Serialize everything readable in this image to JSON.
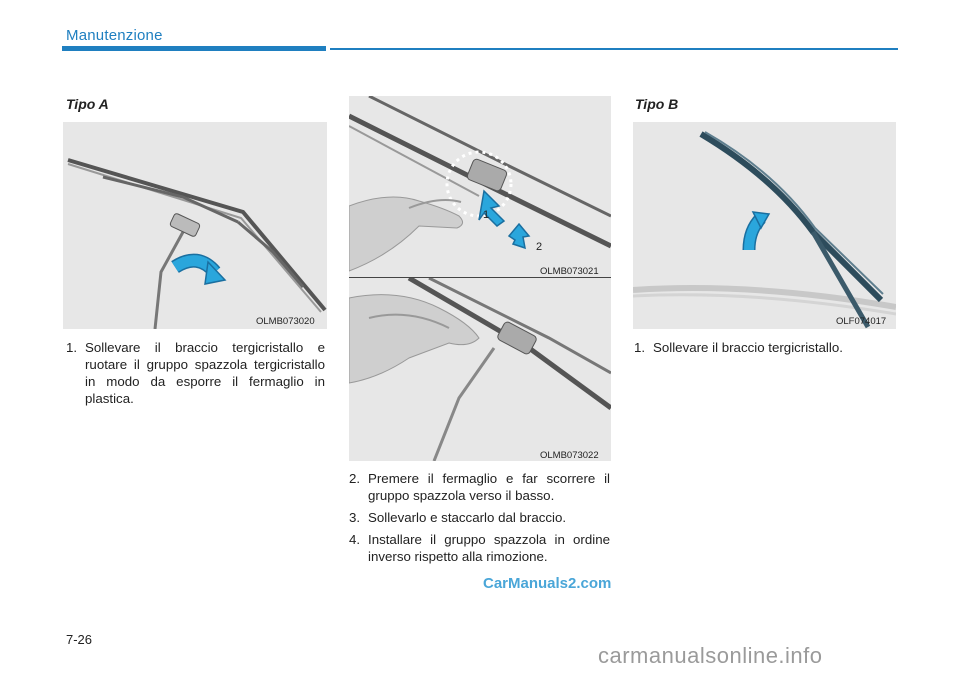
{
  "header": {
    "section_title": "Manutenzione"
  },
  "col1": {
    "heading": "Tipo A",
    "figure_code": "OLMB073020",
    "steps": [
      {
        "num": "1.",
        "text": "Sollevare il braccio tergicristallo e ruotare il gruppo spazzola tergicristallo in modo da esporre il fermaglio in plastica."
      }
    ]
  },
  "col2": {
    "figure1_code": "OLMB073021",
    "figure1_callouts": [
      "1",
      "2"
    ],
    "figure2_code": "OLMB073022",
    "steps": [
      {
        "num": "2.",
        "text": "Premere il fermaglio e far scorrere il gruppo spazzola verso il basso."
      },
      {
        "num": "3.",
        "text": "Sollevarlo e staccarlo dal braccio."
      },
      {
        "num": "4.",
        "text": "Installare il gruppo spazzola in ordine inverso rispetto alla rimozione."
      }
    ]
  },
  "col3": {
    "heading": "Tipo B",
    "figure_code": "OLF074017",
    "steps": [
      {
        "num": "1.",
        "text": "Sollevare il braccio tergicristallo."
      }
    ]
  },
  "watermark": "CarManuals2.com",
  "footer_watermark": "carmanualsonline.info",
  "page_number": "7-26",
  "colors": {
    "accent": "#1f7fc0",
    "arrow": "#1e9fd4",
    "figure_bg": "#e7e7e7"
  },
  "icons": [
    "rotate-arrow-icon",
    "push-arrow-icon",
    "slide-arrow-icon",
    "lift-arrow-icon"
  ]
}
